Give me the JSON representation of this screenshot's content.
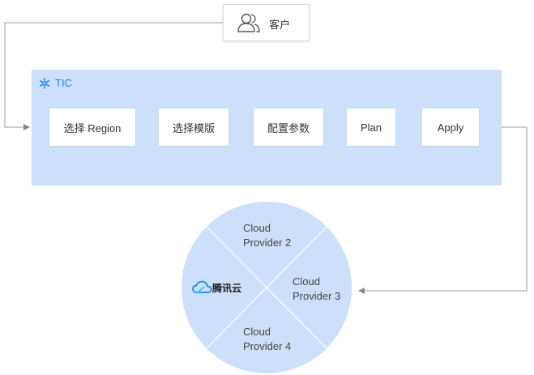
{
  "customer": {
    "label": "客户",
    "icon": "users-icon"
  },
  "tic": {
    "label": "TIC",
    "logo_icon": "tic-logo-icon",
    "steps": [
      {
        "label": "选择 Region"
      },
      {
        "label": "选择模版"
      },
      {
        "label": "配置参数"
      },
      {
        "label": "Plan"
      },
      {
        "label": "Apply"
      }
    ]
  },
  "providers": {
    "tencent": {
      "label": "腾讯云",
      "icon": "tencent-cloud-icon"
    },
    "others": [
      {
        "line1": "Cloud",
        "line2": "Provider 2"
      },
      {
        "line1": "Cloud",
        "line2": "Provider 3"
      },
      {
        "line1": "Cloud",
        "line2": "Provider 4"
      }
    ]
  },
  "colors": {
    "panel": "#cce0fb",
    "accent": "#1f86e6",
    "line": "#888888"
  }
}
